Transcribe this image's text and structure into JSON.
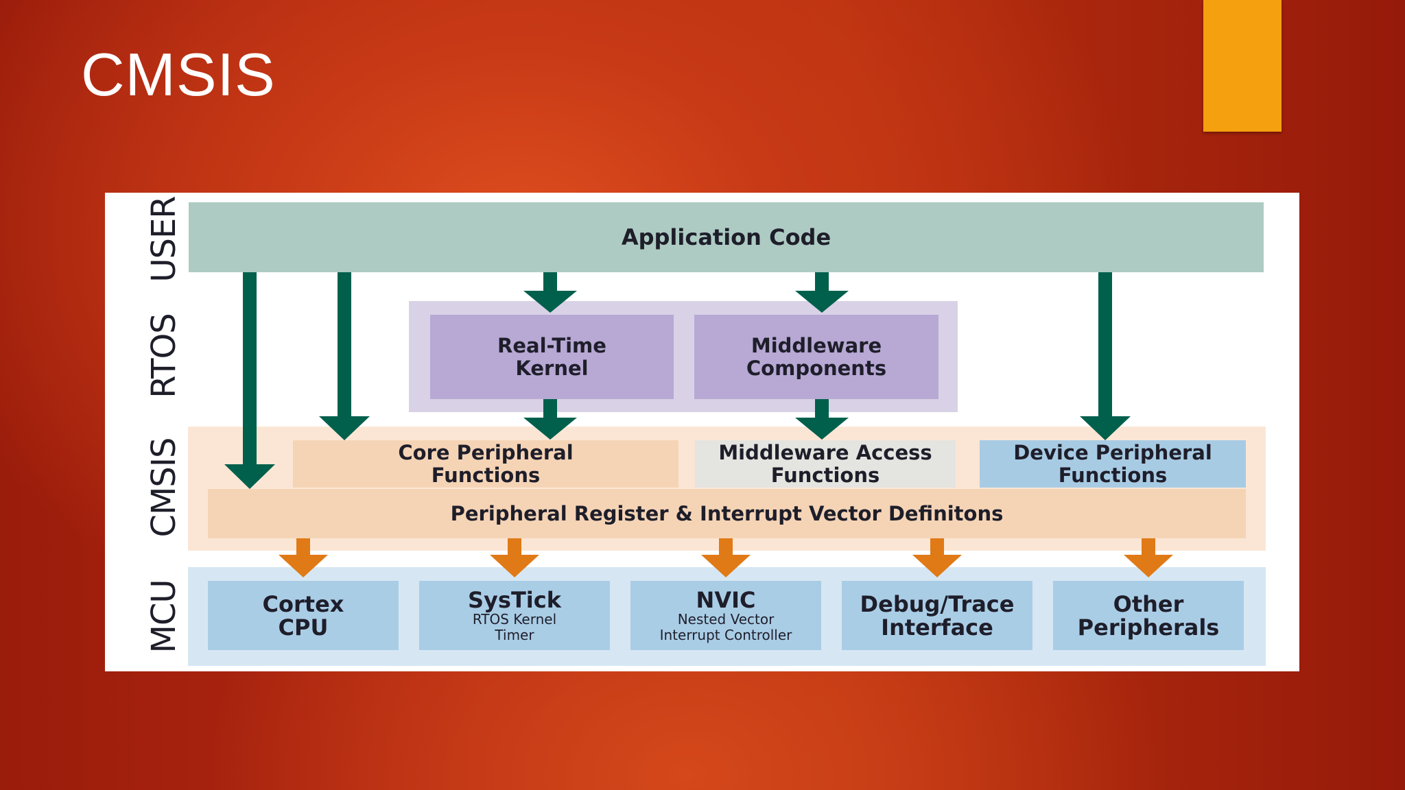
{
  "slide": {
    "title": "CMSIS"
  },
  "layers": {
    "user": "USER",
    "rtos": "RTOS",
    "cmsis": "CMSIS",
    "mcu": "MCU"
  },
  "user": {
    "application_code": "Application Code"
  },
  "rtos": {
    "kernel": [
      "Real-Time",
      "Kernel"
    ],
    "middleware": [
      "Middleware",
      "Components"
    ]
  },
  "cmsis": {
    "core": [
      "Core Peripheral",
      "Functions"
    ],
    "middleware_access": [
      "Middleware Access",
      "Functions"
    ],
    "device": [
      "Device Peripheral",
      "Functions"
    ],
    "register_defs": "Peripheral Register & Interrupt Vector Definitons"
  },
  "mcu": {
    "cortex": [
      "Cortex",
      "CPU"
    ],
    "systick": {
      "title": "SysTick",
      "desc": [
        "RTOS Kernel",
        "Timer"
      ]
    },
    "nvic": {
      "title": "NVIC",
      "desc": [
        "Nested Vector",
        "Interrupt Controller"
      ]
    },
    "debug": [
      "Debug/Trace",
      "Interface"
    ],
    "other": [
      "Other",
      "Peripherals"
    ]
  },
  "colors": {
    "slide_bg": "#c83a16",
    "accent": "#f5a00f",
    "user_layer": "#adcbc3",
    "rtos_layer": "#d9d2e6",
    "rtos_box": "#b7a8d4",
    "cmsis_layer": "#fbe6d5",
    "cmsis_box": "#f5d4b6",
    "middleware_access_box": "#e4e4e0",
    "device_box": "#a8cbe4",
    "mcu_layer": "#d6e7f3",
    "mcu_box": "#aacde6",
    "green_arrow": "#00604c",
    "orange_arrow": "#e07a16"
  }
}
